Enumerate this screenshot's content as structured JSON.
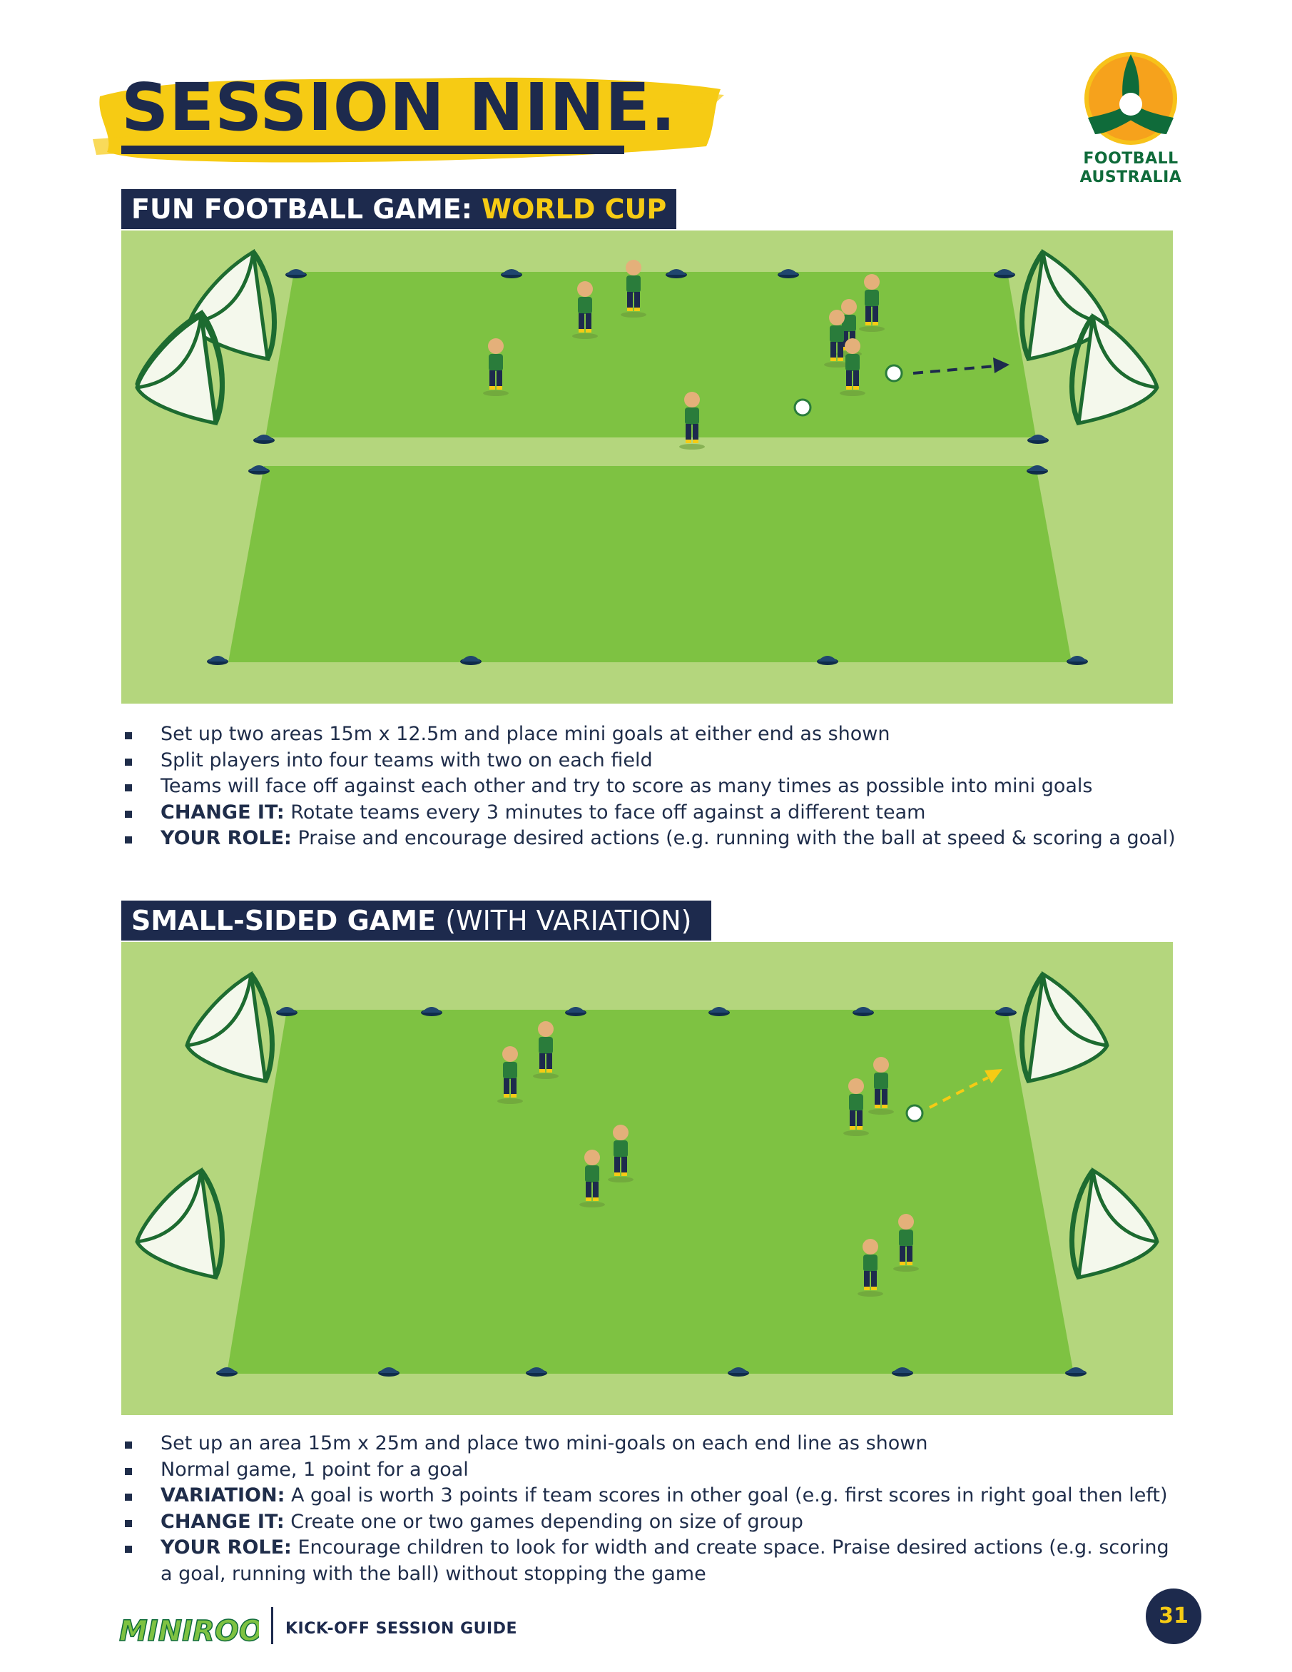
{
  "page": {
    "title": "SESSION NINE.",
    "logo": {
      "line1": "FOOTBALL",
      "line2": "AUSTRALIA"
    },
    "colors": {
      "navy": "#1d2a4d",
      "yellow": "#f6cb14",
      "grass": "#7ec242",
      "grass_light": "#b4d67d",
      "cone": "#20466f"
    }
  },
  "section1": {
    "heading": "FUN FOOTBALL GAME: ",
    "heading_accent": "WORLD CUP",
    "bullets": [
      {
        "label": "",
        "text": "Set up two areas 15m x 12.5m and place mini goals at either end as shown"
      },
      {
        "label": "",
        "text": "Split players into four teams with two on each field"
      },
      {
        "label": "",
        "text": "Teams will face off against each other and try to score as many times as possible into mini goals"
      },
      {
        "label": "CHANGE IT:",
        "text": " Rotate teams every 3 minutes to face off against a different team"
      },
      {
        "label": "YOUR ROLE:",
        "text": " Praise and encourage desired actions (e.g. running with the ball at speed & scoring a goal)"
      }
    ]
  },
  "section2": {
    "heading": "SMALL-SIDED GAME ",
    "heading_light": "(WITH VARIATION)",
    "bullets": [
      {
        "label": "",
        "text": "Set up an area 15m x 25m and place two mini-goals on each end line as shown"
      },
      {
        "label": "",
        "text": "Normal game, 1 point for a goal"
      },
      {
        "label": "VARIATION:",
        "text": " A goal is worth 3 points if team scores in other goal (e.g. first scores in right goal then left)"
      },
      {
        "label": "CHANGE IT:",
        "text": " Create one or two games depending on size of group"
      },
      {
        "label": "YOUR ROLE:",
        "text": " Encourage children to look for width and create space. Praise desired actions (e.g. scoring a goal, running with the ball) without stopping the game"
      }
    ]
  },
  "footer": {
    "brand": "MINIROOS",
    "guide": "KICK-OFF SESSION GUIDE",
    "page_number": "31"
  }
}
